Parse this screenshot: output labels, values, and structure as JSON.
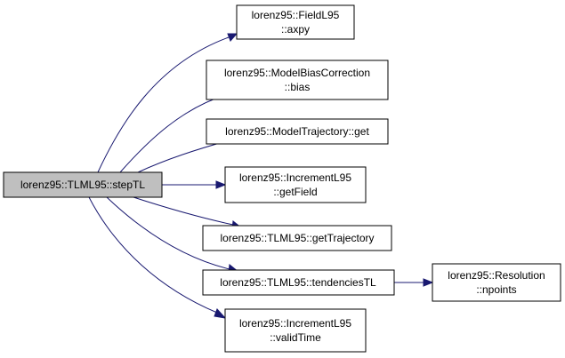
{
  "diagram": {
    "root": {
      "id": "stepTL",
      "lines": [
        "lorenz95::TLML95::stepTL"
      ]
    },
    "nodes": [
      {
        "id": "axpy",
        "lines": [
          "lorenz95::FieldL95",
          "::axpy"
        ]
      },
      {
        "id": "bias",
        "lines": [
          "lorenz95::ModelBiasCorrection",
          "::bias"
        ]
      },
      {
        "id": "get",
        "lines": [
          "lorenz95::ModelTrajectory::get"
        ]
      },
      {
        "id": "getField",
        "lines": [
          "lorenz95::IncrementL95",
          "::getField"
        ]
      },
      {
        "id": "getTrajectory",
        "lines": [
          "lorenz95::TLML95::getTrajectory"
        ]
      },
      {
        "id": "tendenciesTL",
        "lines": [
          "lorenz95::TLML95::tendenciesTL"
        ]
      },
      {
        "id": "npoints",
        "lines": [
          "lorenz95::Resolution",
          "::npoints"
        ]
      },
      {
        "id": "validTime",
        "lines": [
          "lorenz95::IncrementL95",
          "::validTime"
        ]
      }
    ],
    "edges": [
      {
        "from": "stepTL",
        "to": "axpy"
      },
      {
        "from": "stepTL",
        "to": "bias"
      },
      {
        "from": "stepTL",
        "to": "get"
      },
      {
        "from": "stepTL",
        "to": "getField"
      },
      {
        "from": "stepTL",
        "to": "getTrajectory"
      },
      {
        "from": "stepTL",
        "to": "tendenciesTL"
      },
      {
        "from": "stepTL",
        "to": "validTime"
      },
      {
        "from": "tendenciesTL",
        "to": "npoints"
      }
    ],
    "colors": {
      "edge": "#191970",
      "root_fill": "#bfbfbf",
      "node_fill": "#ffffff",
      "border": "#000000"
    }
  }
}
